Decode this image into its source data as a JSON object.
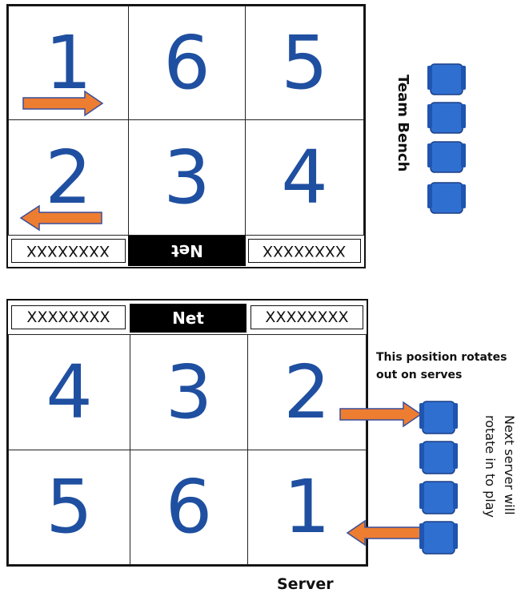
{
  "top_court": {
    "positions_row1": [
      "1",
      "6",
      "5"
    ],
    "positions_row2": [
      "2",
      "3",
      "4"
    ],
    "xbox_left": "XXXXXXXX",
    "net_label": "Net",
    "xbox_right": "XXXXXXXX"
  },
  "bottom_court": {
    "xbox_left": "XXXXXXXX",
    "net_label": "Net",
    "xbox_right": "XXXXXXXX",
    "positions_row1": [
      "4",
      "3",
      "2"
    ],
    "positions_row2": [
      "5",
      "6",
      "1"
    ]
  },
  "labels": {
    "team_bench": "Team Bench",
    "rotates_out_line1": "This position rotates",
    "rotates_out_line2": "out on serves",
    "next_server_line1": "Next server will",
    "next_server_line2": "rotate in to play",
    "server": "Server"
  },
  "colors": {
    "number_blue": "#1f4fa0",
    "arrow_orange": "#ed7d31",
    "arrow_outline": "#3a4f9a",
    "chair_blue": "#2f6fd0"
  },
  "icons": {
    "bench_chair": "chair-icon",
    "rotation_arrow": "arrow-icon"
  }
}
